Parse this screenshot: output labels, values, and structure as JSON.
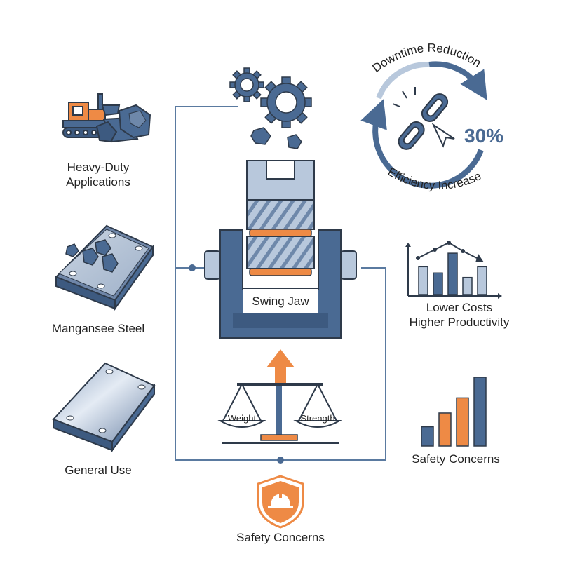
{
  "left_column": {
    "heavy_duty": {
      "line1": "Heavy-Duty",
      "line2": "Applications"
    },
    "manganese_steel": {
      "label": "Mangansee Steel"
    },
    "general_use": {
      "label": "General Use"
    }
  },
  "center": {
    "swing_jaw": {
      "label": "Swing Jaw"
    },
    "scale": {
      "left_pan": "Weight",
      "right_pan": "Strength"
    },
    "safety": {
      "label": "Safety Concerns"
    }
  },
  "right_column": {
    "downtime": {
      "arc_top": "Downtime Reduction",
      "arc_bottom": "Efficiency Increase",
      "percent": "30%"
    },
    "costs": {
      "line1": "Lower Costs",
      "line2": "Higher Productivity",
      "bars": [
        0.62,
        0.48,
        0.92,
        0.38,
        0.62
      ]
    },
    "safety_chart": {
      "label": "Safety Concerns",
      "bars": [
        0.28,
        0.48,
        0.7,
        1.0
      ]
    }
  },
  "colors": {
    "navy": "#4a6a93",
    "navy_dark": "#3d5a80",
    "light_blue": "#b8c8dc",
    "orange": "#ee8a45",
    "outline": "#2e3a4a",
    "connector": "#5a7aa0"
  }
}
